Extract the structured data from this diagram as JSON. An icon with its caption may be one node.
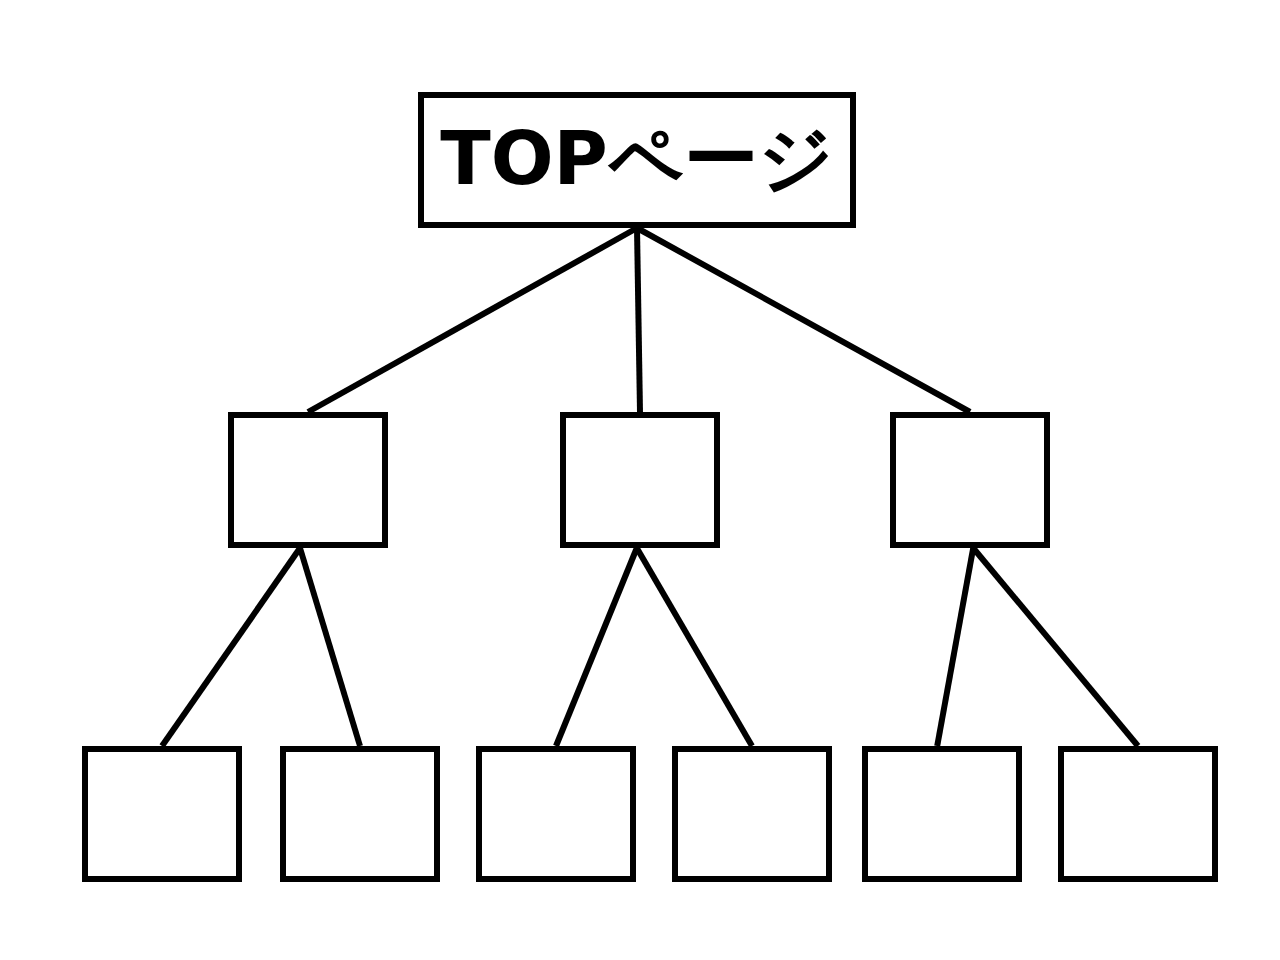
{
  "diagram": {
    "nodes": [
      {
        "text": [
          "TOPページ"
        ]
      },
      {
        "text": [],
        "shape": "box"
      },
      {
        "text": [],
        "shape": "box"
      },
      {
        "text": [],
        "shape": "box"
      },
      {
        "text": [],
        "shape": "box"
      },
      {
        "text": [],
        "shape": "box"
      },
      {
        "text": [],
        "shape": "box"
      },
      {
        "text": [],
        "shape": "box"
      },
      {
        "text": [],
        "shape": "box"
      },
      {
        "text": [],
        "shape": "box"
      }
    ],
    "edges": [
      {
        "from": 0,
        "to": 1,
        "arrow": "none"
      },
      {
        "from": 0,
        "to": 2,
        "arrow": "none"
      },
      {
        "from": 0,
        "to": 3,
        "arrow": "none"
      },
      {
        "from": 1,
        "to": 4,
        "arrow": "none"
      },
      {
        "from": 1,
        "to": 5,
        "arrow": "none"
      },
      {
        "from": 2,
        "to": 6,
        "arrow": "none"
      },
      {
        "from": 2,
        "to": 7,
        "arrow": "none"
      },
      {
        "from": 3,
        "to": 8,
        "arrow": "none"
      },
      {
        "from": 3,
        "to": 9,
        "arrow": "none"
      }
    ]
  }
}
